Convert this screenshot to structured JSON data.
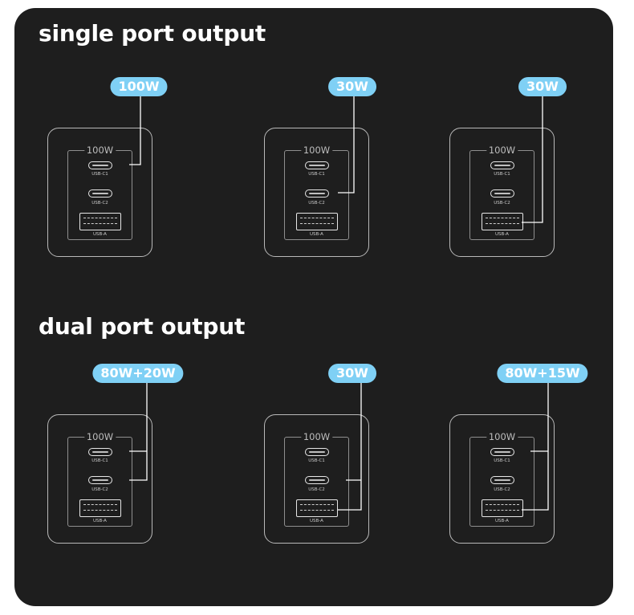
{
  "sections": [
    {
      "title": "single port output",
      "chargers": [
        {
          "badge": "100W"
        },
        {
          "badge": "30W"
        },
        {
          "badge": "30W"
        }
      ]
    },
    {
      "title": "dual port output",
      "chargers": [
        {
          "badge": "80W+20W"
        },
        {
          "badge": "30W"
        },
        {
          "badge": "80W+15W"
        }
      ]
    }
  ],
  "charger_face": {
    "label": "100W",
    "ports": [
      "USB-C1",
      "USB-C2",
      "USB-A"
    ]
  },
  "colors": {
    "background": "#1e1e1e",
    "badge": "#7fd0f5",
    "outline": "#b9b9b9",
    "text": "#ffffff"
  }
}
